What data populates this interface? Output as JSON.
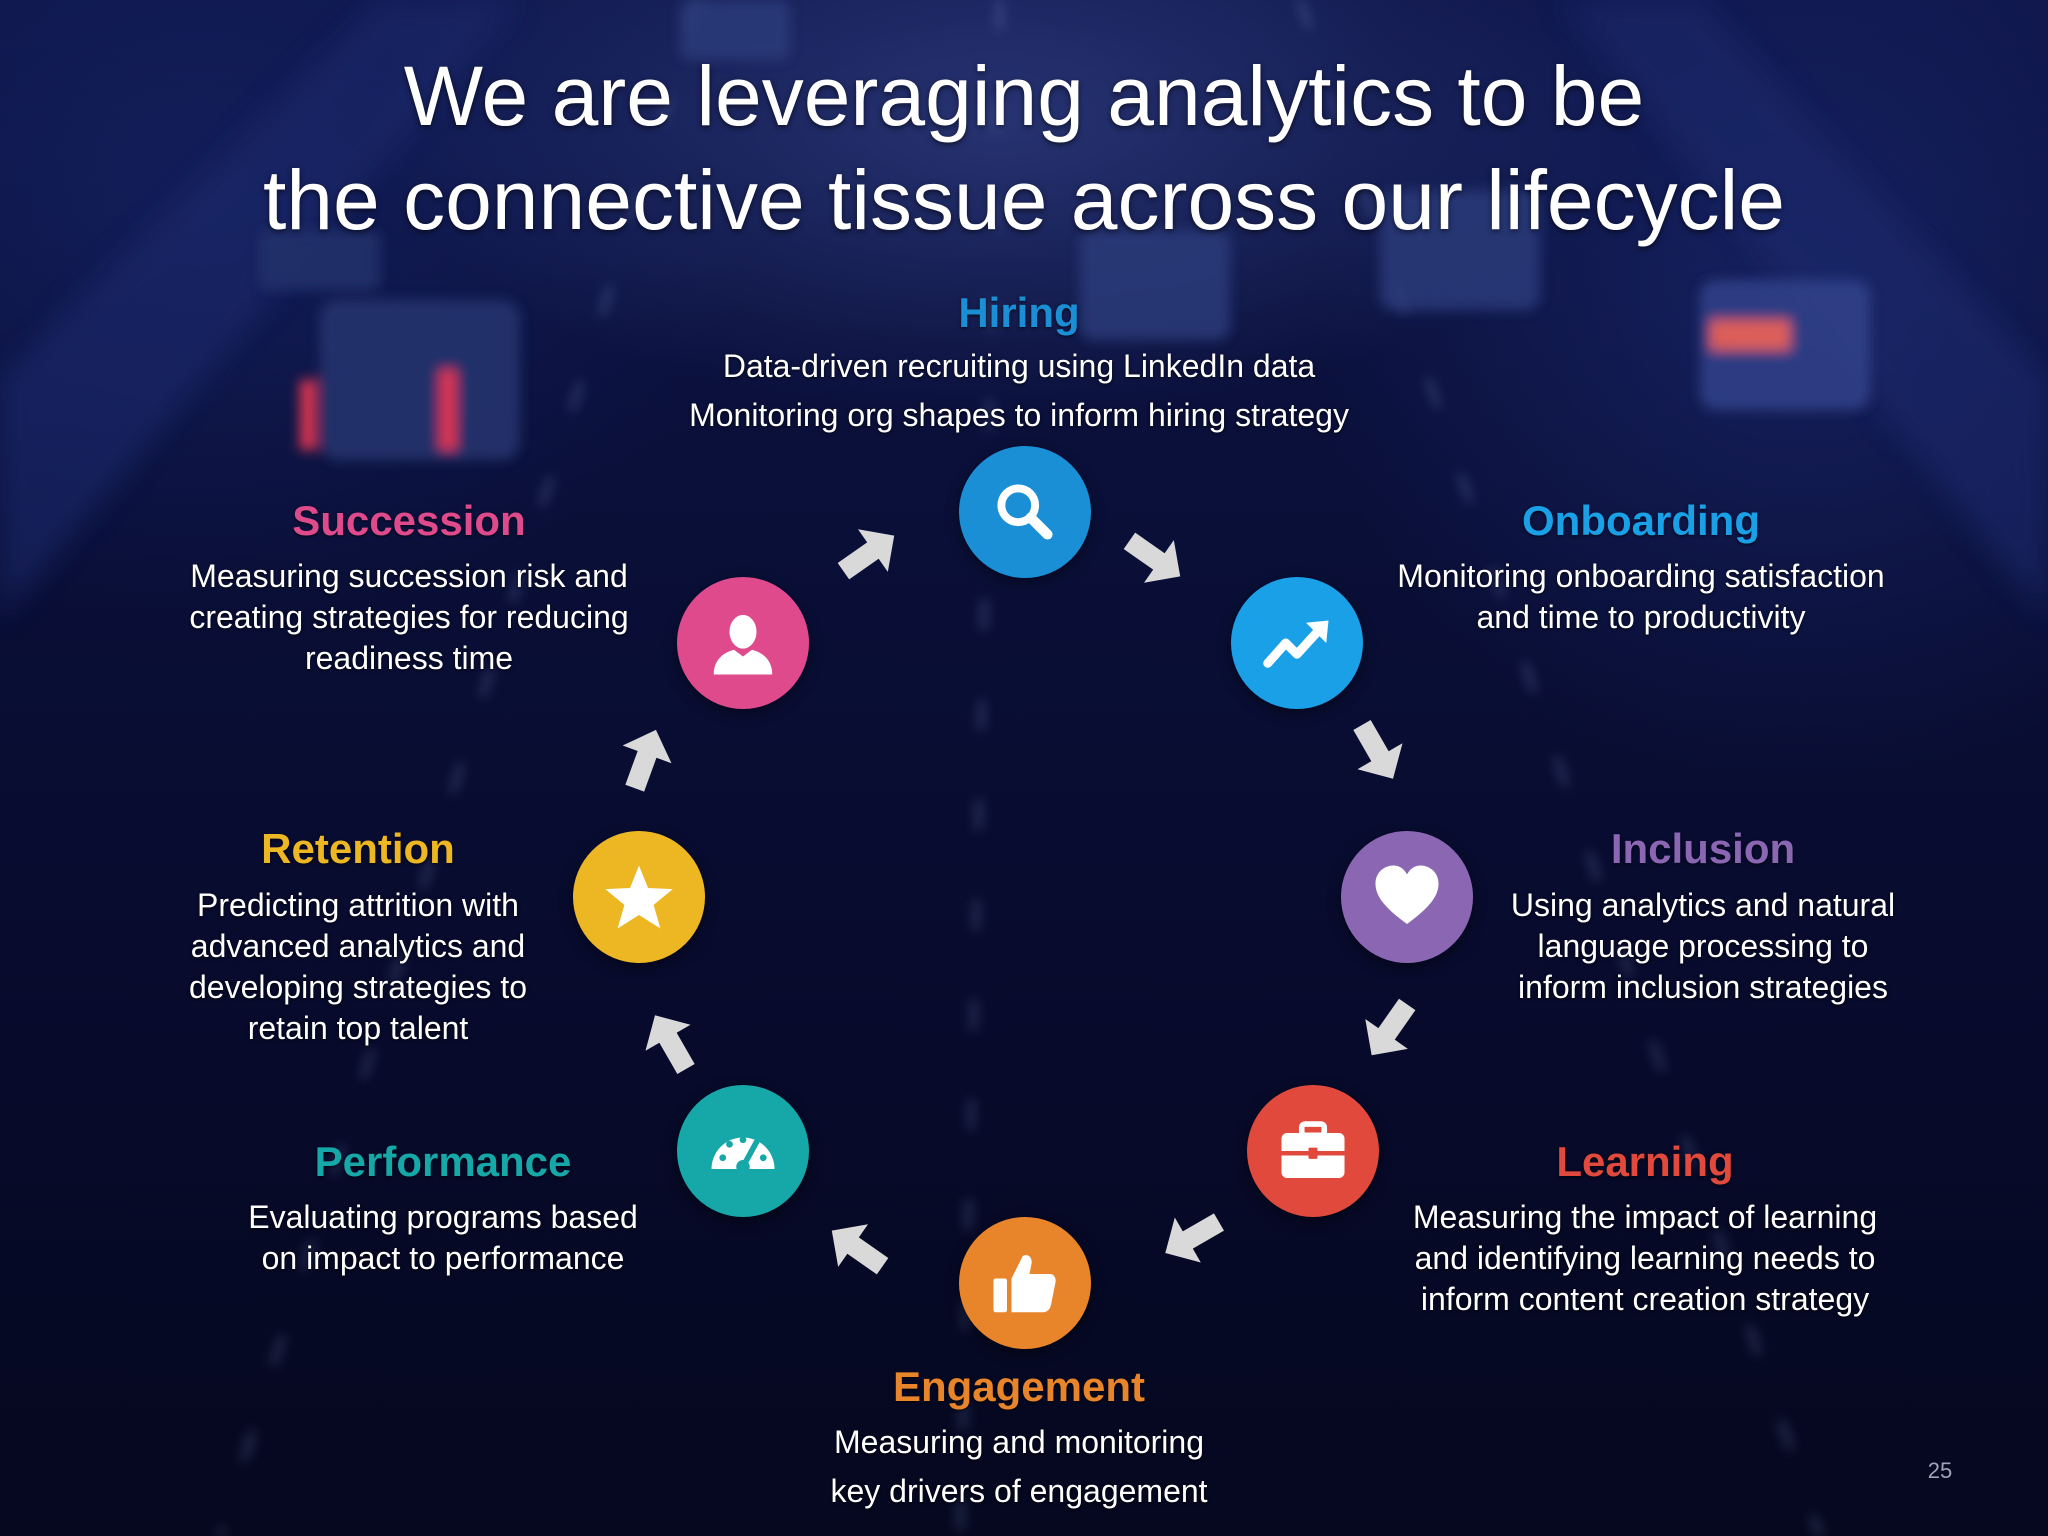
{
  "title": {
    "line1": "We are leveraging analytics to be",
    "line2": "the connective tissue across our lifecycle"
  },
  "stages": {
    "hiring": {
      "label": "Hiring",
      "color": "#1a8fd6",
      "icon": "search-icon",
      "lines": [
        "Data-driven recruiting using LinkedIn data",
        "Monitoring org shapes to inform hiring strategy"
      ]
    },
    "onboarding": {
      "label": "Onboarding",
      "color": "#1aa0e6",
      "icon": "trend-up-icon",
      "lines": [
        "Monitoring onboarding satisfaction",
        "and time to productivity"
      ]
    },
    "inclusion": {
      "label": "Inclusion",
      "color": "#8b67b3",
      "icon": "heart-icon",
      "lines": [
        "Using analytics and natural",
        "language processing to",
        "inform inclusion strategies"
      ]
    },
    "learning": {
      "label": "Learning",
      "color": "#e0493c",
      "icon": "briefcase-icon",
      "lines": [
        "Measuring the impact of learning",
        "and identifying learning needs to",
        "inform content creation strategy"
      ]
    },
    "engagement": {
      "label": "Engagement",
      "color": "#e8852a",
      "icon": "thumbs-up-icon",
      "lines": [
        "Measuring and monitoring",
        "key drivers of engagement"
      ]
    },
    "performance": {
      "label": "Performance",
      "color": "#16a8a8",
      "icon": "speedometer-icon",
      "lines": [
        "Evaluating programs based",
        "on impact to performance"
      ]
    },
    "retention": {
      "label": "Retention",
      "color": "#edb723",
      "icon": "star-icon",
      "lines": [
        "Predicting attrition with",
        "advanced analytics and",
        "developing strategies to",
        "retain top talent"
      ]
    },
    "succession": {
      "label": "Succession",
      "color": "#de4a8c",
      "icon": "person-icon",
      "lines": [
        "Measuring succession risk and",
        "creating strategies for reducing",
        "readiness time"
      ]
    }
  },
  "arrow_color": "#d9d9d9",
  "page_number": "25"
}
